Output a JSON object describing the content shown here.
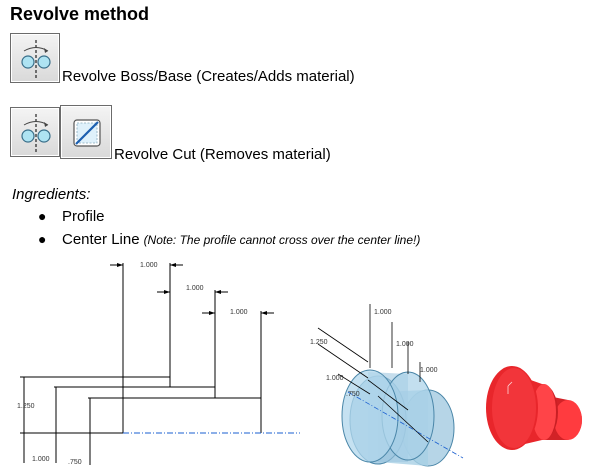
{
  "title": "Revolve method",
  "boss": {
    "label": "Revolve Boss/Base (Creates/Adds material)",
    "icon": "revolve-icon"
  },
  "cut": {
    "label": "Revolve Cut (Removes material)",
    "icons": [
      "revolve-icon",
      "cut-square-icon"
    ]
  },
  "ingredients": {
    "heading": "Ingredients:",
    "items": [
      {
        "text": "Profile",
        "note": ""
      },
      {
        "text": "Center Line",
        "note": "(Note: The profile cannot cross over the center line!)"
      }
    ]
  },
  "drawing": {
    "dims_top": [
      "1.000",
      "1.000",
      "1.000"
    ],
    "dim_left_height": "1.250",
    "dim_bottom": [
      "1.000",
      ".750"
    ],
    "iso_dims": [
      "1.000",
      "1.000",
      "1.000",
      "1.250",
      "1.000",
      ".750"
    ]
  },
  "colors": {
    "blue_part": "#9ec7df",
    "red_part": "#e8262b",
    "centerline": "#1a5fd0"
  }
}
